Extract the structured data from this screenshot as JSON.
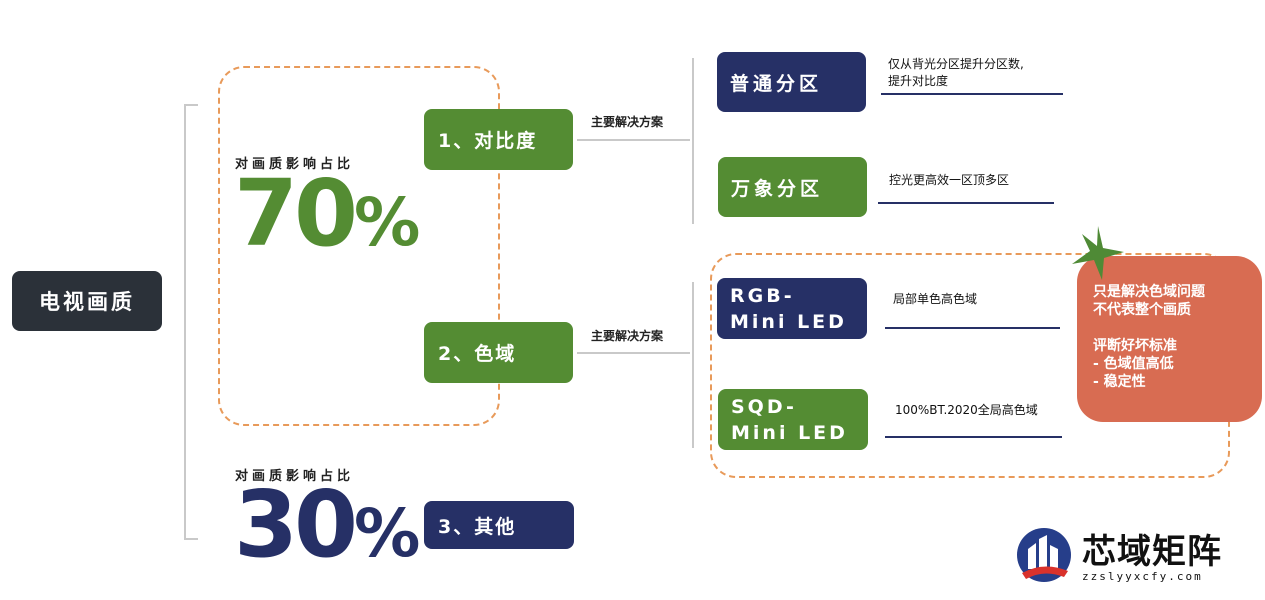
{
  "root": {
    "label": "电视画质"
  },
  "impact_top": {
    "label": "对画质影响占比",
    "value": "70",
    "unit": "%"
  },
  "impact_bottom": {
    "label": "对画质影响占比",
    "value": "30",
    "unit": "%"
  },
  "factors": [
    {
      "label": "1、对比度",
      "solution_label": "主要解决方案"
    },
    {
      "label": "2、色域",
      "solution_label": "主要解决方案"
    },
    {
      "label": "3、其他"
    }
  ],
  "solutions": [
    {
      "label": "普通分区",
      "desc_line1": "仅从背光分区提升分区数,",
      "desc_line2": "提升对比度"
    },
    {
      "label": "万象分区",
      "desc_line1": "控光更高效一区顶多区"
    },
    {
      "label_line1": "RGB-",
      "label_line2": "Mini LED",
      "desc_line1": "局部单色高色域"
    },
    {
      "label_line1": "SQD-",
      "label_line2": "Mini LED",
      "desc_line1": "100%BT.2020全局高色域"
    }
  ],
  "callout": {
    "line1": "只是解决色域问题",
    "line2": "不代表整个画质",
    "line3": "评断好坏标准",
    "line4": "- 色域值高低",
    "line5": "- 稳定性"
  },
  "logo": {
    "name": "芯域矩阵",
    "url": "zzslyyxcfy.com"
  },
  "colors": {
    "green": "#548c33",
    "navy": "#263066",
    "dark": "#2b3139",
    "orange": "#d86c52",
    "dash": "#e89a5a"
  }
}
